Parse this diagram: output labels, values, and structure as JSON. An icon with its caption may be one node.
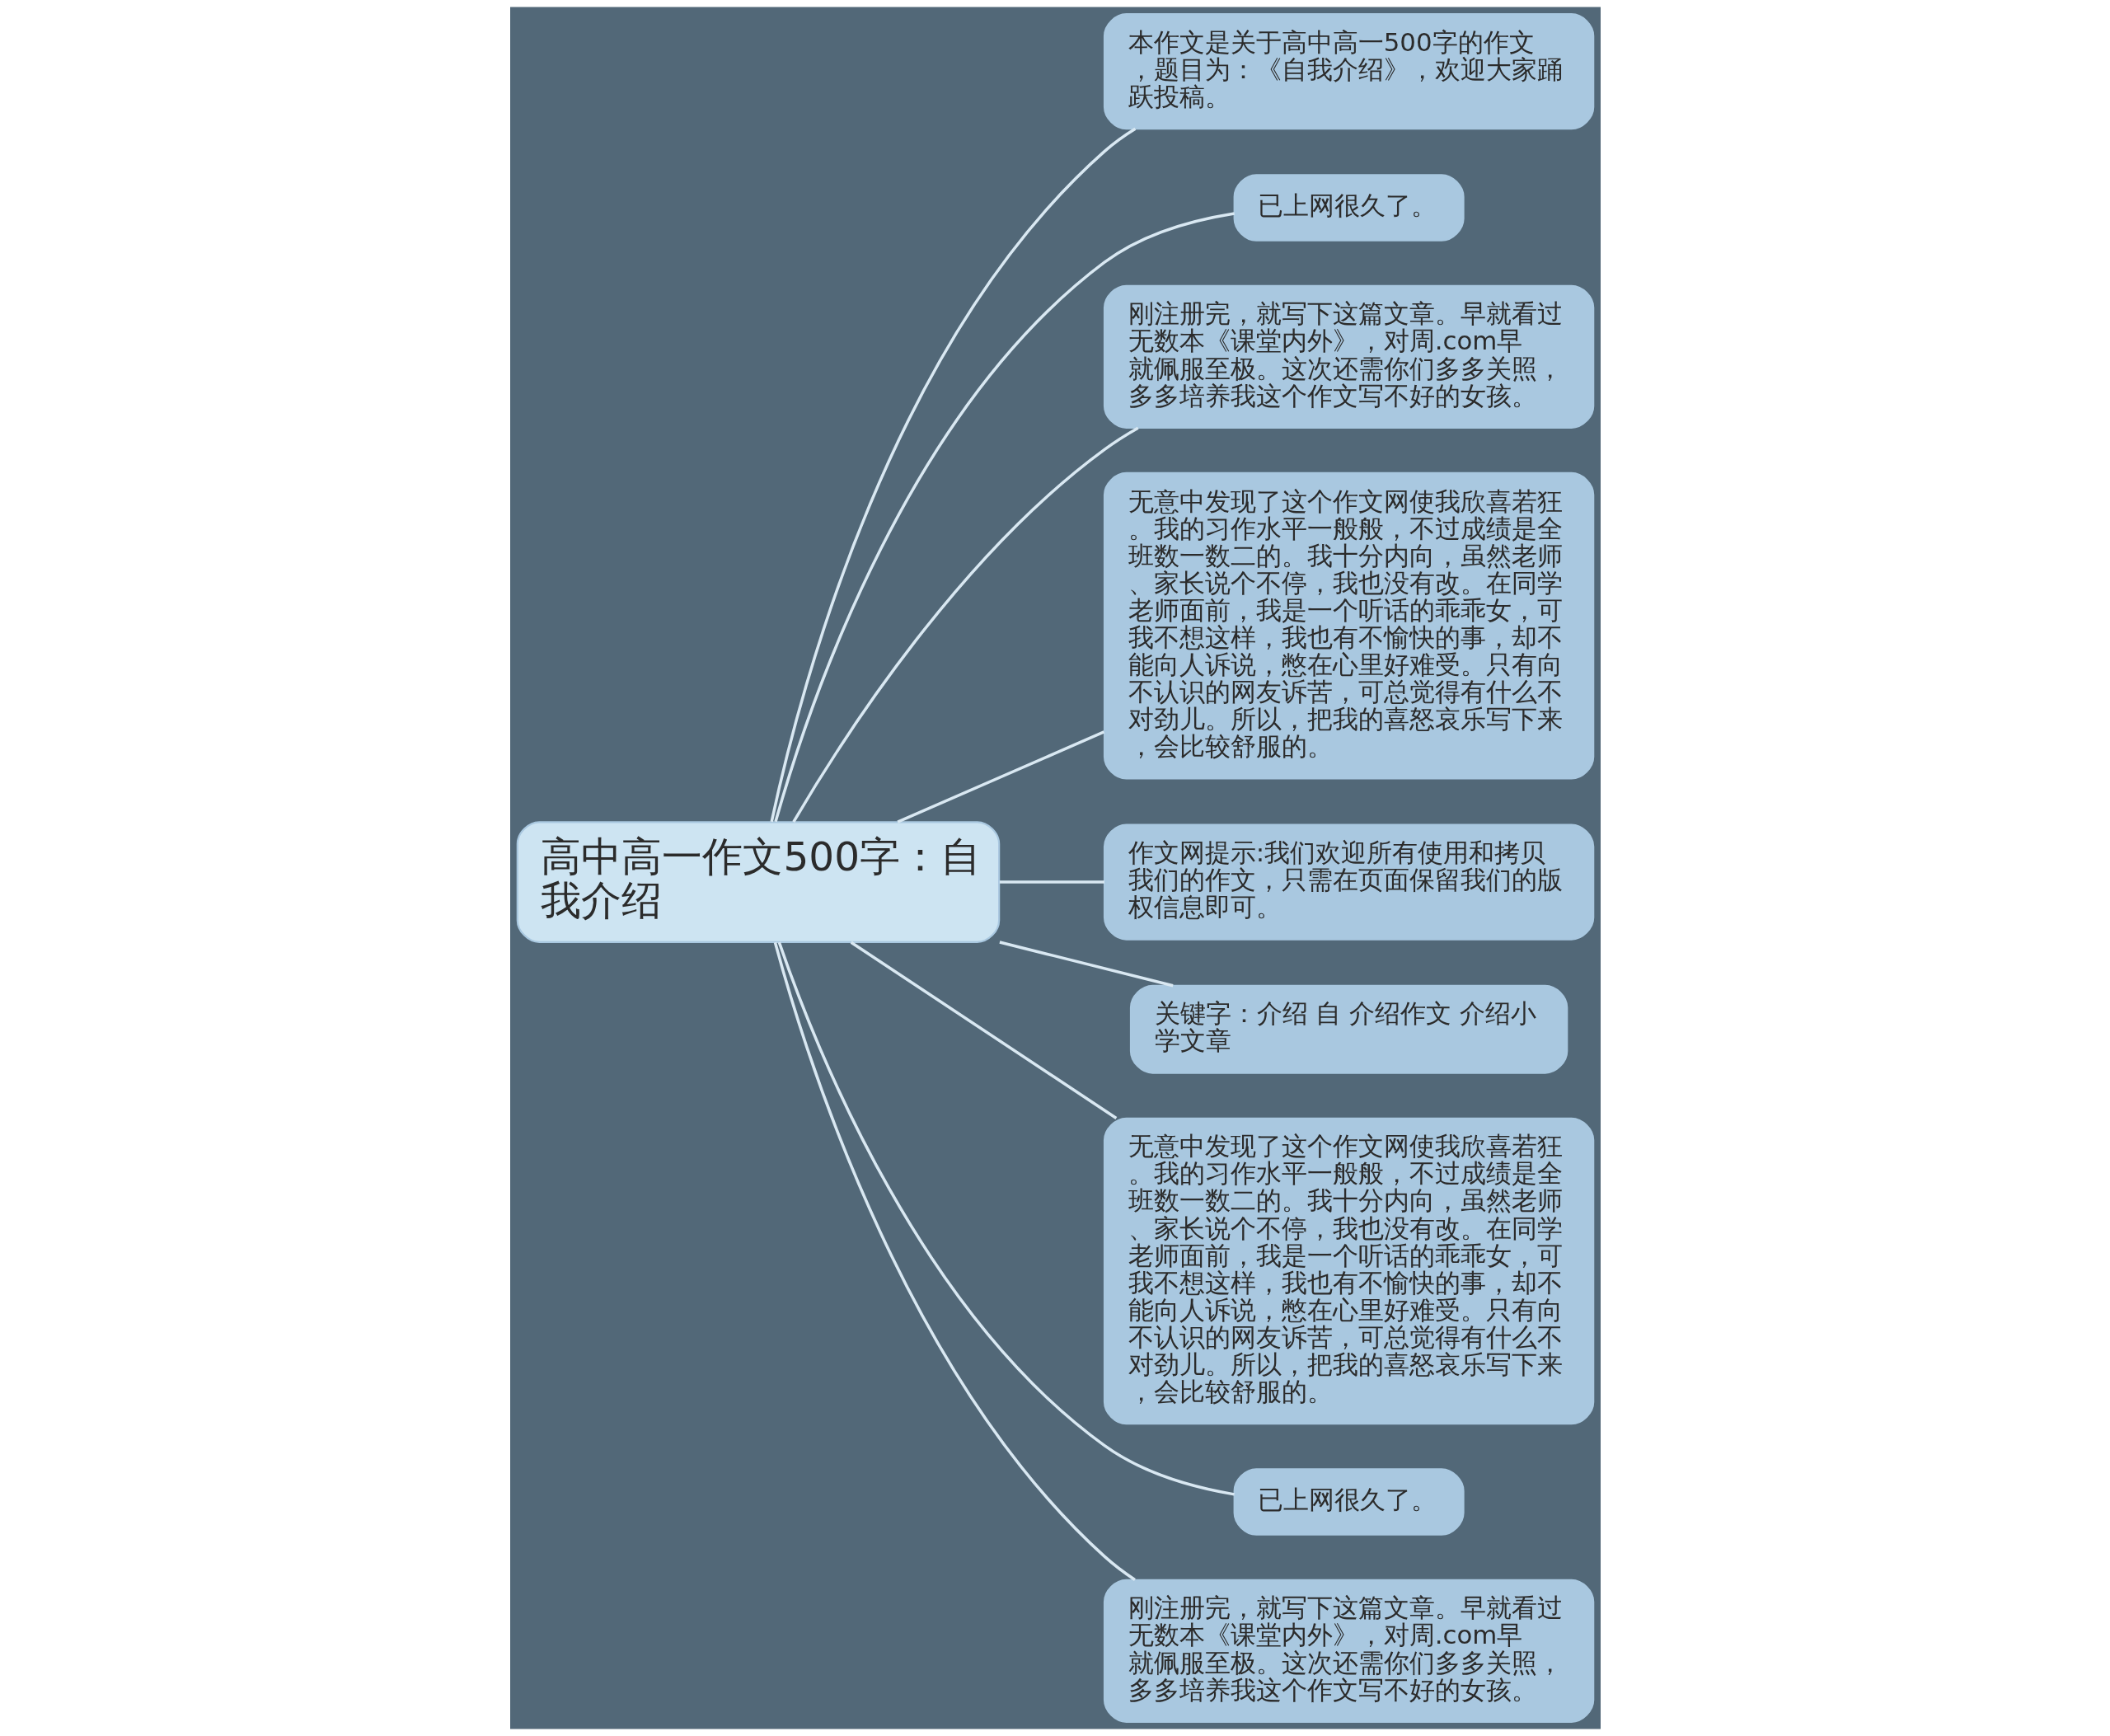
{
  "diagram": {
    "nodes": [
      {
        "text": [
          "高中高一作文500字：自我介绍"
        ]
      },
      {
        "text": [
          "本作文是关于高中高一500字的作文，题目为：《自我介绍》，欢迎大家踊跃投稿。"
        ]
      },
      {
        "text": [
          "已上网很久了。"
        ]
      },
      {
        "text": [
          "刚注册完，就写下这篇文章。早就看过无数本《课堂内外》，对周.com早就佩服至极。这次还需你们多多关照，多多培养我这个作文写不好的女孩。"
        ]
      },
      {
        "text": [
          "无意中发现了这个作文网使我欣喜若狂。我的习作水平一般般，不过成绩是全班数一数二的。我十分内向，虽然老师、家长说个不停，我也没有改。在同学老师面前，我是一个听话的乖乖女，可我不想这样，我也有不愉快的事，却不能向人诉说，憋在心里好难受。只有向不认识的网友诉苦，可总觉得有什么不对劲儿。所以，把我的喜怒哀乐写下来，会比较舒服的。"
        ]
      },
      {
        "text": [
          "作文网提示:我们欢迎所有使用和拷贝我们的作文，只需在页面保留我们的版权信息即可。"
        ]
      },
      {
        "text": [
          "关键字：介绍 自 介绍作文 介绍小学文章"
        ]
      },
      {
        "text": [
          "无意中发现了这个作文网使我欣喜若狂。我的习作水平一般般，不过成绩是全班数一数二的。我十分内向，虽然老师、家长说个不停，我也没有改。在同学老师面前，我是一个听话的乖乖女，可我不想这样，我也有不愉快的事，却不能向人诉说，憋在心里好难受。只有向不认识的网友诉苦，可总觉得有什么不对劲儿。所以，把我的喜怒哀乐写下来，会比较舒服的。"
        ]
      },
      {
        "text": [
          "已上网很久了。"
        ]
      },
      {
        "text": [
          "刚注册完，就写下这篇文章。早就看过无数本《课堂内外》，对周.com早就佩服至极。这次还需你们多多关照，多多培养我这个作文写不好的女孩。"
        ]
      }
    ],
    "edges": [
      {
        "from": 0,
        "to": 1,
        "arrow": "none"
      },
      {
        "from": 0,
        "to": 2,
        "arrow": "none"
      },
      {
        "from": 0,
        "to": 3,
        "arrow": "none"
      },
      {
        "from": 0,
        "to": 4,
        "arrow": "none"
      },
      {
        "from": 0,
        "to": 5,
        "arrow": "none"
      },
      {
        "from": 0,
        "to": 6,
        "arrow": "none"
      },
      {
        "from": 0,
        "to": 7,
        "arrow": "none"
      },
      {
        "from": 0,
        "to": 8,
        "arrow": "none"
      },
      {
        "from": 0,
        "to": 9,
        "arrow": "none"
      }
    ]
  }
}
